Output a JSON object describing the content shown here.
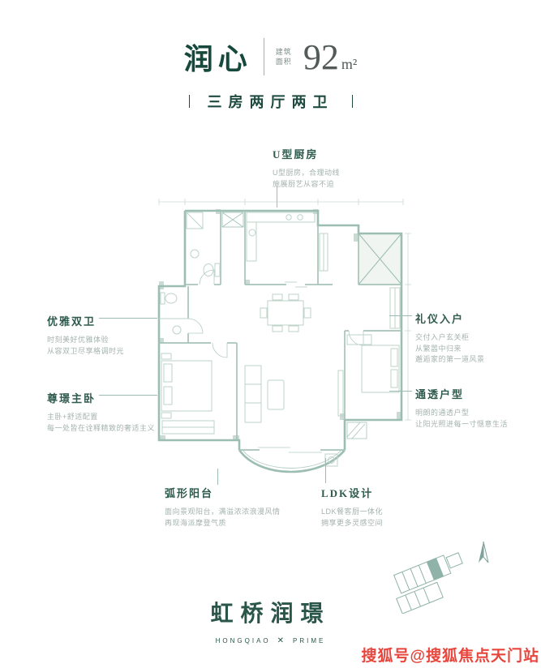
{
  "header": {
    "title": "润心",
    "area_label_line1": "建筑",
    "area_label_line2": "面积",
    "area_value": "92",
    "area_unit": "m²",
    "subtitle": "三房两厅两卫"
  },
  "annotations": {
    "kitchen": {
      "title": "U型厨房",
      "lines": [
        "U型厨房，合理动线",
        "施展厨艺从容不迫"
      ]
    },
    "double_bath": {
      "title": "优雅双卫",
      "lines": [
        "时刻美好优雅体验",
        "从容双卫尽享格调时光"
      ]
    },
    "entry": {
      "title": "礼仪入户",
      "lines": [
        "交付入户玄关柜",
        "从繁嚣中归来",
        "邂逅家的第一道风景"
      ]
    },
    "master_bedroom": {
      "title": "尊璟主卧",
      "lines": [
        "主卧+舒适配置",
        "每一处皆在诠释精致的奢适主义"
      ]
    },
    "transparent_layout": {
      "title": "通透户型",
      "lines": [
        "明朗的通透户型",
        "让阳光照进每一寸惬意生活"
      ]
    },
    "curved_balcony": {
      "title": "弧形阳台",
      "lines": [
        "面向景观阳台，满溢浓浓浪漫风情",
        "再现海派摩登气质"
      ]
    },
    "ldk": {
      "title": "LDK设计",
      "lines": [
        "LDK餐客厨一体化",
        "拥享更多灵感空间"
      ]
    }
  },
  "footer": {
    "brand": "虹桥润璟",
    "brand_left": "HONGQIAO",
    "brand_mark": "✕",
    "brand_right": "PRIME"
  },
  "watermark": "搜狐号@搜狐焦点天门站",
  "colors": {
    "accent_green": "#2f5b4e",
    "plan_line": "#9cbdb2",
    "watermark_red": "#e8453c"
  }
}
